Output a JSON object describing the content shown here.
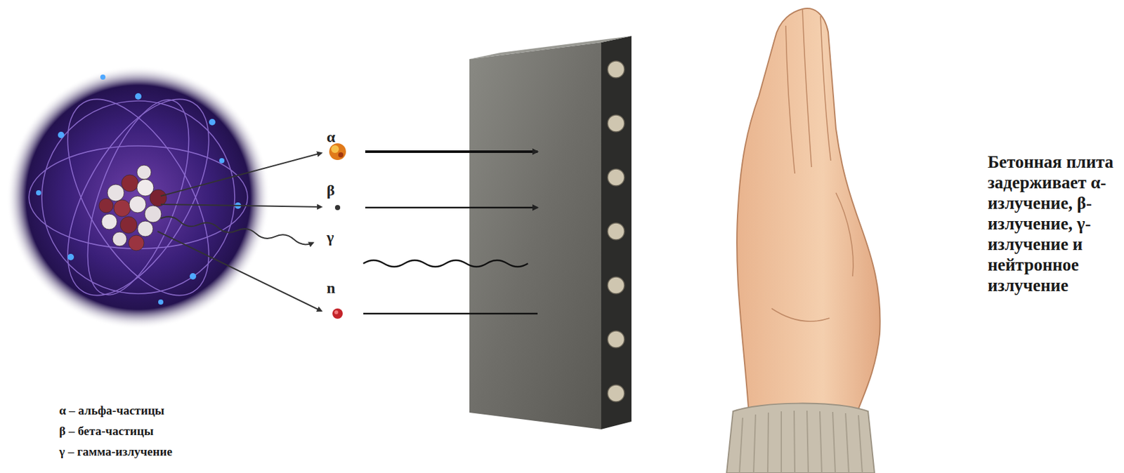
{
  "diagram": {
    "labels": [
      "α",
      "β",
      "γ",
      "n",
      "Бетонная плита задерживает α-излучение, β-излучение, γ-излучение и нейтронное излучение",
      "α – альфа-частицы",
      "β – бета-частицы",
      "γ – гамма-излучение"
    ]
  }
}
